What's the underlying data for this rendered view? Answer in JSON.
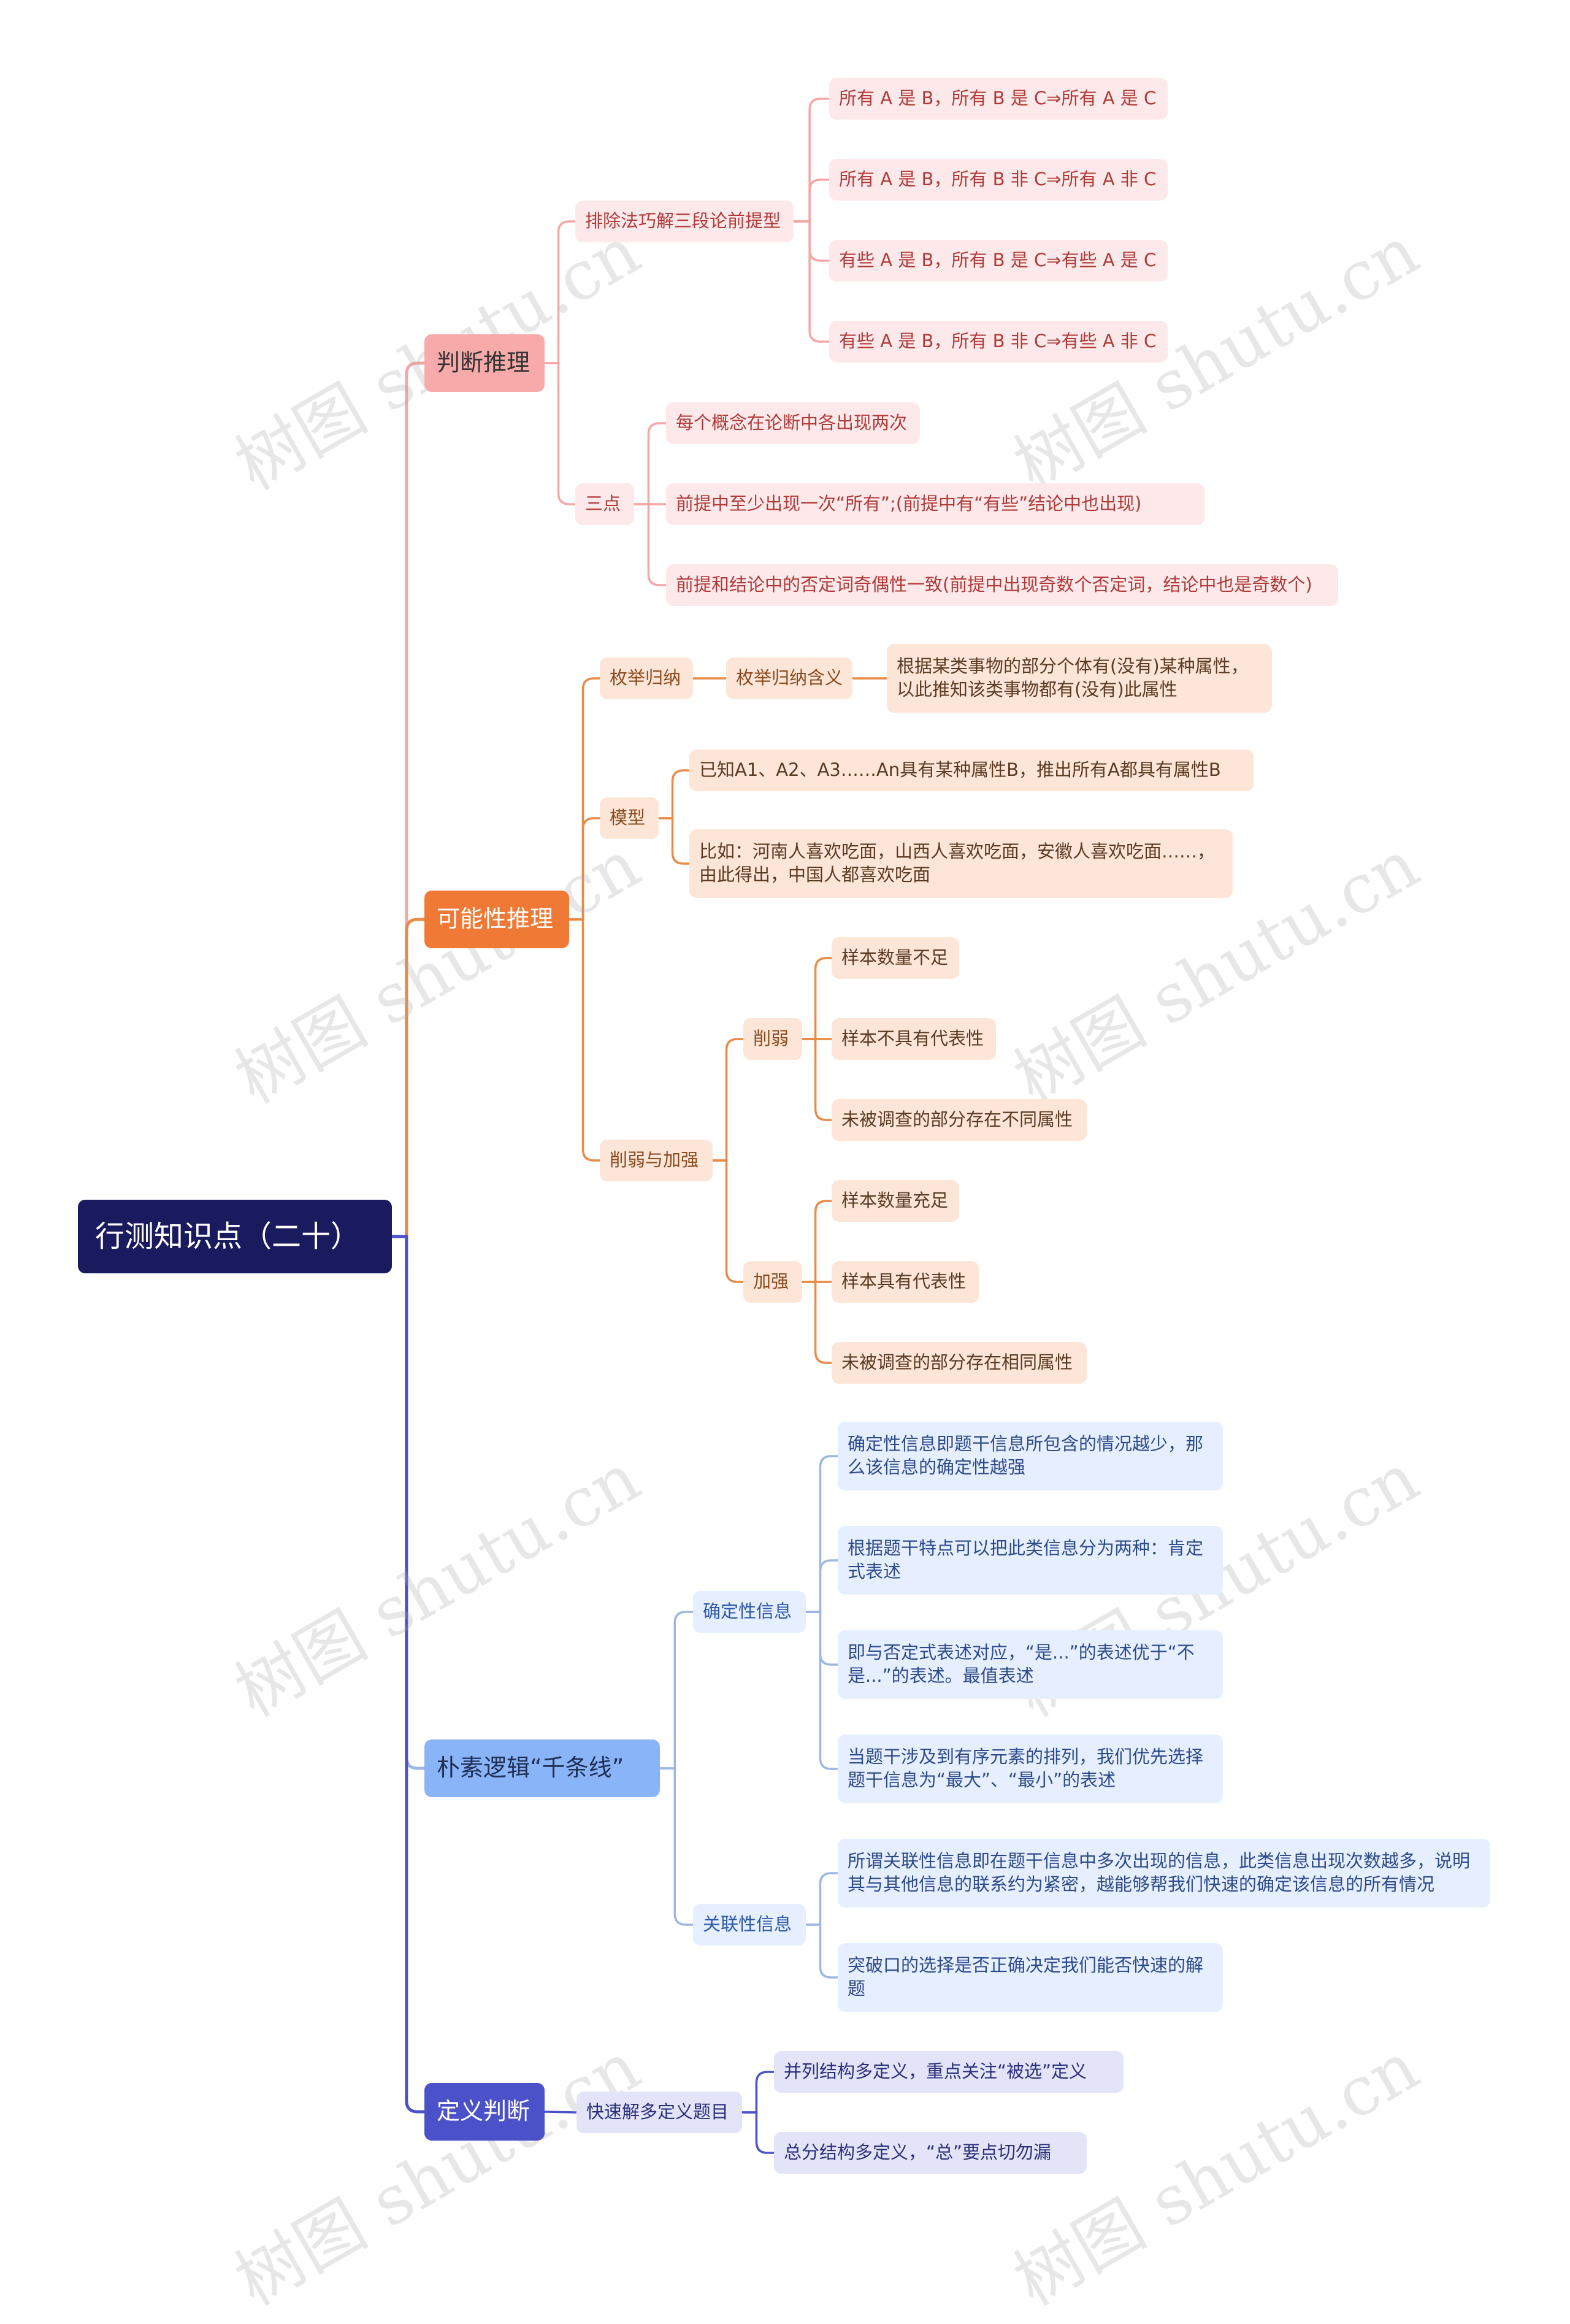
{
  "root": {
    "label": "行测知识点（二十）"
  },
  "watermark": "树图 shutu.cn",
  "branches": {
    "judgment": {
      "label": "判断推理",
      "color": "#f7a6a6",
      "exclusion": {
        "label": "排除法巧解三段论前提型",
        "items": [
          "所有 A 是 B，所有 B 是 C⇒所有 A 是 C",
          "所有 A 是 B，所有 B 非 C⇒所有 A 非 C",
          "有些 A 是 B，所有 B 是 C⇒有些 A 是 C",
          "有些 A 是 B，所有 B 非 C⇒有些 A 非 C"
        ]
      },
      "three": {
        "label": "三点",
        "items": [
          "每个概念在论断中各出现两次",
          "前提中至少出现一次“所有”;(前提中有“有些”结论中也出现)",
          "前提和结论中的否定词奇偶性一致(前提中出现奇数个否定词，结论中也是奇数个)"
        ]
      }
    },
    "possibility": {
      "label": "可能性推理",
      "color": "#e98a45",
      "enum": {
        "label": "枚举归纳",
        "meaning": "枚举归纳含义",
        "definition": "根据某类事物的部分个体有(没有)某种属性，以此推知该类事物都有(没有)此属性"
      },
      "model": {
        "label": "模型",
        "items": [
          "已知A1、A2、A3……An具有某种属性B，推出所有A都具有属性B",
          "比如：河南人喜欢吃面，山西人喜欢吃面，安徽人喜欢吃面……，由此得出，中国人都喜欢吃面"
        ]
      },
      "weaken_strengthen": {
        "label": "削弱与加强",
        "weaken": {
          "label": "削弱",
          "items": [
            "样本数量不足",
            "样本不具有代表性",
            "未被调查的部分存在不同属性"
          ]
        },
        "strengthen": {
          "label": "加强",
          "items": [
            "样本数量充足",
            "样本具有代表性",
            "未被调查的部分存在相同属性"
          ]
        }
      }
    },
    "logic": {
      "label": "朴素逻辑“千条线”",
      "color": "#9db7e3",
      "certain": {
        "label": "确定性信息",
        "items": [
          "确定性信息即题干信息所包含的情况越少，那么该信息的确定性越强",
          "根据题干特点可以把此类信息分为两种：肯定式表述",
          "即与否定式表述对应，“是...”的表述优于“不是...”的表述。最值表述",
          "当题干涉及到有序元素的排列，我们优先选择题干信息为“最大”、“最小”的表述"
        ]
      },
      "related": {
        "label": "关联性信息",
        "items": [
          "所谓关联性信息即在题干信息中多次出现的信息，此类信息出现次数越多，说明其与其他信息的联系约为紧密，越能够帮我们快速的确定该信息的所有情况",
          "突破口的选择是否正确决定我们能否快速的解题"
        ]
      }
    },
    "definition": {
      "label": "定义判断",
      "color": "#4b52c9",
      "quick": {
        "label": "快速解多定义题目",
        "items": [
          "并列结构多定义，重点关注“被选”定义",
          "总分结构多定义，“总”要点切勿漏"
        ]
      }
    }
  }
}
